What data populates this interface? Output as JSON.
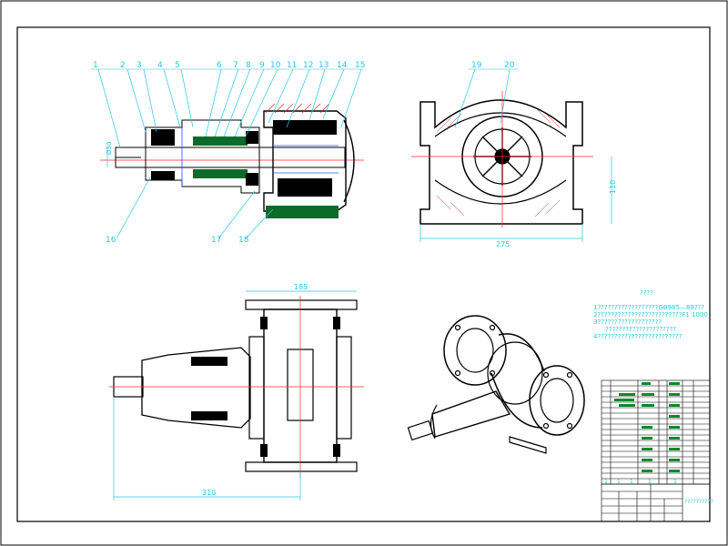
{
  "drawing": {
    "part_labels": [
      "1",
      "2",
      "3",
      "4",
      "5",
      "6",
      "7",
      "8",
      "9",
      "10",
      "11",
      "12",
      "13",
      "14",
      "15",
      "16",
      "17",
      "18",
      "19",
      "20"
    ],
    "dimensions": {
      "shaft_dia": "Ø30",
      "side_height": "110",
      "side_width": "275",
      "top_width": "185",
      "overall_length": "310"
    },
    "notes": {
      "title": "????",
      "lines": [
        "1??????????????????GB985—89???",
        "2?????????????????????????F1  1000",
        "3???????????????????",
        "?????????????????????",
        "4?????????????????????????"
      ]
    },
    "title_block": {
      "drawing_name": "??????????",
      "scale_marks": [
        "1",
        "1",
        "1",
        "1",
        "1"
      ]
    }
  }
}
